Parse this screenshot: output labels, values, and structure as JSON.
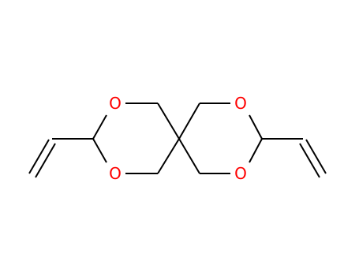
{
  "molecule": {
    "colors": {
      "bond": "#000000",
      "oxygen": "#ff0000",
      "background": "#ffffff"
    },
    "atoms": [
      {
        "id": "o1",
        "element": "O",
        "label": "O"
      },
      {
        "id": "o2",
        "element": "O",
        "label": "O"
      },
      {
        "id": "o3",
        "element": "O",
        "label": "O"
      },
      {
        "id": "o4",
        "element": "O",
        "label": "O"
      }
    ]
  }
}
